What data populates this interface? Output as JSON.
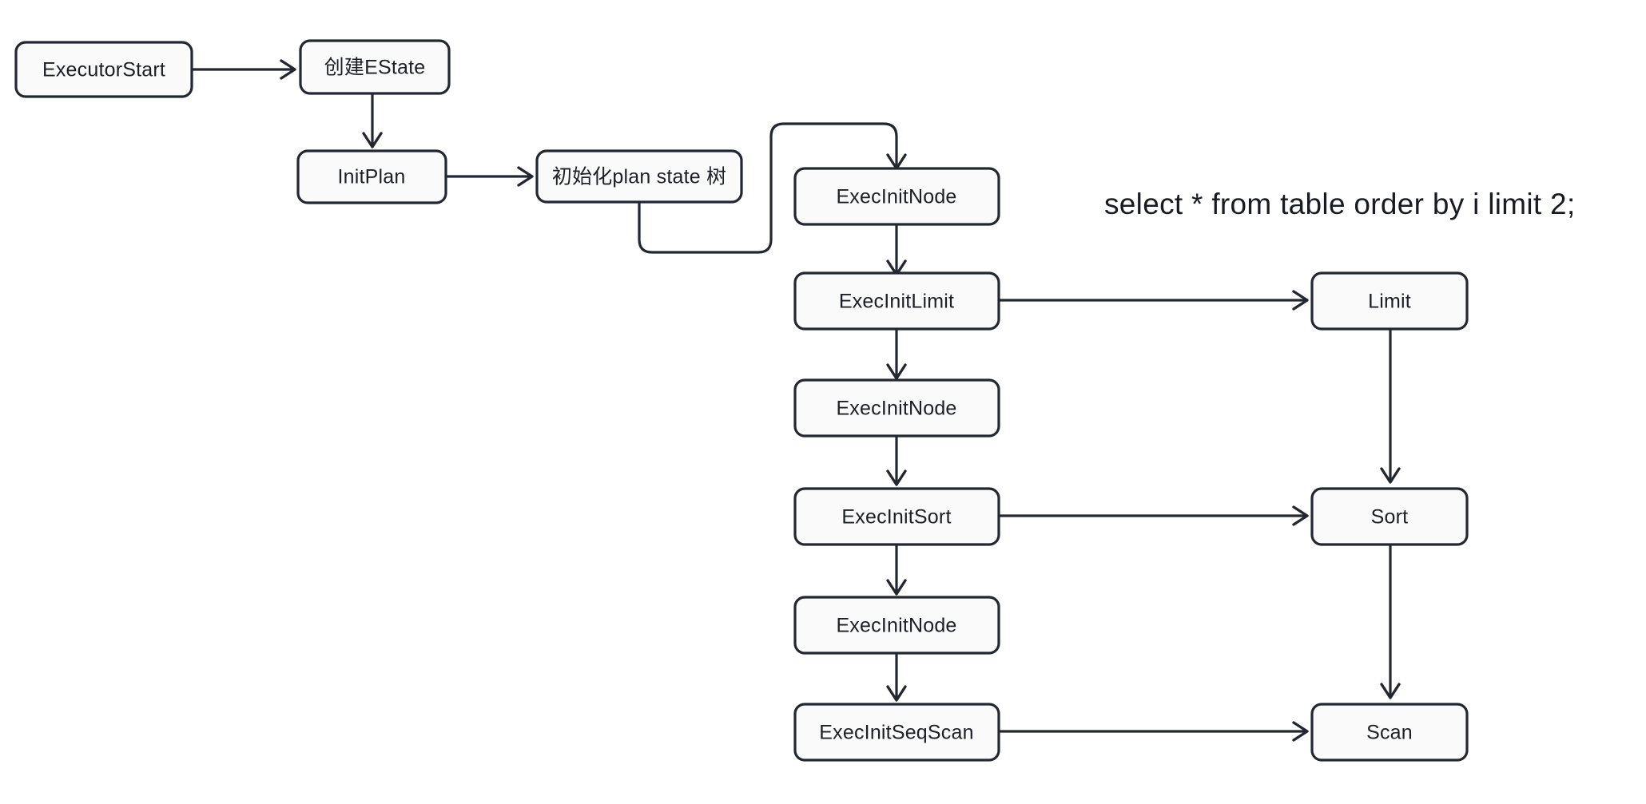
{
  "diagram": {
    "title": "PostgreSQL ExecutorStart plan state initialization flow",
    "background_color": "#ffffff",
    "node_fill": "#fafafa",
    "node_stroke": "#232730",
    "text_color": "#1c1f26"
  },
  "annotation": {
    "sql": "select * from table order by i limit 2;"
  },
  "nodes": {
    "executor_start": {
      "label": "ExecutorStart"
    },
    "create_estate": {
      "label": "创建EState"
    },
    "init_plan": {
      "label": "InitPlan"
    },
    "init_plan_state_tree": {
      "label": "初始化plan state 树"
    },
    "exec_init_node_1": {
      "label": "ExecInitNode"
    },
    "exec_init_limit": {
      "label": "ExecInitLimit"
    },
    "exec_init_node_2": {
      "label": "ExecInitNode"
    },
    "exec_init_sort": {
      "label": "ExecInitSort"
    },
    "exec_init_node_3": {
      "label": "ExecInitNode"
    },
    "exec_init_seqscan": {
      "label": "ExecInitSeqScan"
    },
    "limit": {
      "label": "Limit"
    },
    "sort": {
      "label": "Sort"
    },
    "scan": {
      "label": "Scan"
    }
  },
  "edges": [
    {
      "name": "executor-start-to-create-estate",
      "from": "executor_start",
      "to": "create_estate"
    },
    {
      "name": "create-estate-to-init-plan",
      "from": "create_estate",
      "to": "init_plan"
    },
    {
      "name": "init-plan-to-init-plan-state-tree",
      "from": "init_plan",
      "to": "init_plan_state_tree"
    },
    {
      "name": "init-plan-state-tree-to-exec-init-node-1",
      "from": "init_plan_state_tree",
      "to": "exec_init_node_1"
    },
    {
      "name": "exec-init-node-1-to-exec-init-limit",
      "from": "exec_init_node_1",
      "to": "exec_init_limit"
    },
    {
      "name": "exec-init-limit-to-limit",
      "from": "exec_init_limit",
      "to": "limit"
    },
    {
      "name": "exec-init-limit-to-exec-init-node-2",
      "from": "exec_init_limit",
      "to": "exec_init_node_2"
    },
    {
      "name": "exec-init-node-2-to-exec-init-sort",
      "from": "exec_init_node_2",
      "to": "exec_init_sort"
    },
    {
      "name": "exec-init-sort-to-sort",
      "from": "exec_init_sort",
      "to": "sort"
    },
    {
      "name": "exec-init-sort-to-exec-init-node-3",
      "from": "exec_init_sort",
      "to": "exec_init_node_3"
    },
    {
      "name": "exec-init-node-3-to-exec-init-seqscan",
      "from": "exec_init_node_3",
      "to": "exec_init_seqscan"
    },
    {
      "name": "exec-init-seqscan-to-scan",
      "from": "exec_init_seqscan",
      "to": "scan"
    },
    {
      "name": "limit-to-sort",
      "from": "limit",
      "to": "sort"
    },
    {
      "name": "sort-to-scan",
      "from": "sort",
      "to": "scan"
    }
  ]
}
